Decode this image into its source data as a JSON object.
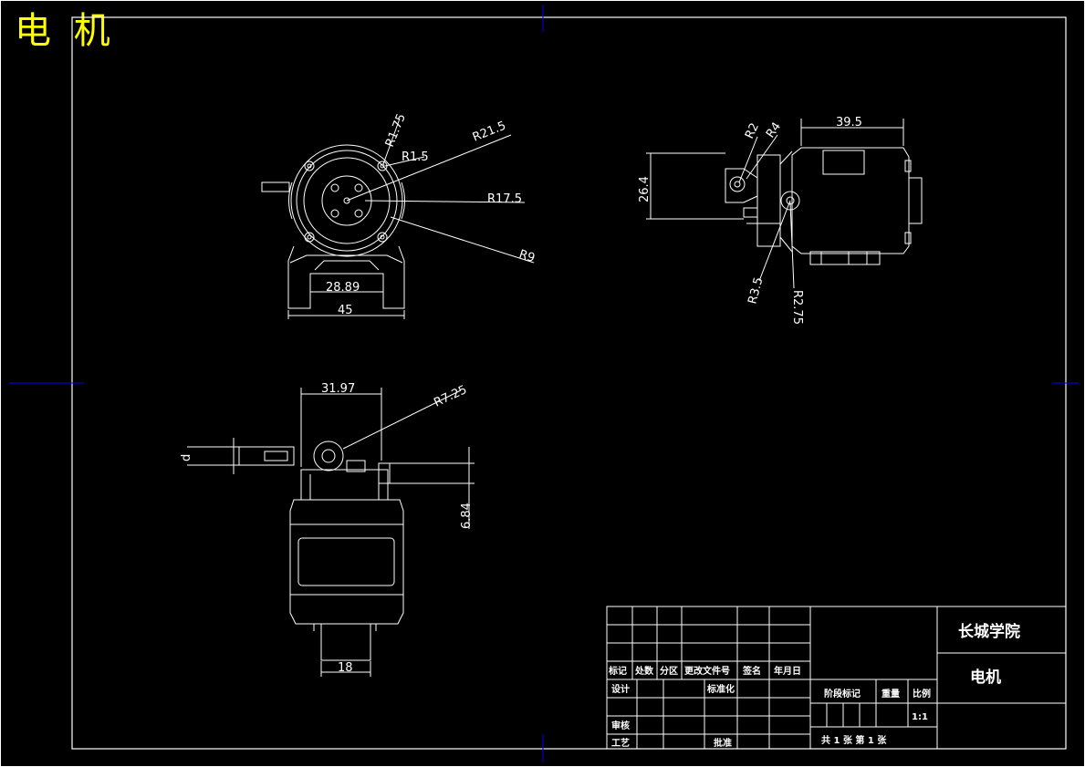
{
  "drawing": {
    "heading": "电 机",
    "colors": {
      "background": "#000000",
      "lines": "#ffffff",
      "heading": "#ffff00",
      "center_marks": "#0000ff"
    }
  },
  "front_view": {
    "dims": {
      "r175": "R1.75",
      "r15": "R1.5",
      "r215": "R21.5",
      "r175b": "R17.5",
      "r9": "R9",
      "d2889": "28.89",
      "d45": "45"
    }
  },
  "side_view": {
    "dims": {
      "d395": "39.5",
      "r2": "R2",
      "r4": "R4",
      "d264": "26.4",
      "r35": "R3.5",
      "r275": "R2.75"
    }
  },
  "top_view": {
    "dims": {
      "d3197": "31.97",
      "r725": "R7.25",
      "d": "d",
      "d684": "6.84",
      "d18": "18"
    }
  },
  "title_block": {
    "school": "长城学院",
    "part_name": "电机",
    "labels": {
      "mark": "标记",
      "count": "处数",
      "zone": "分区",
      "change_doc": "更改文件号",
      "sign": "签名",
      "date": "年月日",
      "design": "设计",
      "standardize": "标准化",
      "review": "审核",
      "process": "工艺",
      "approve": "批准",
      "stage_mark": "阶段标记",
      "weight": "重量",
      "scale": "比例",
      "scale_value": "1:1",
      "sheets": "共  1 张  第 1 张"
    }
  }
}
